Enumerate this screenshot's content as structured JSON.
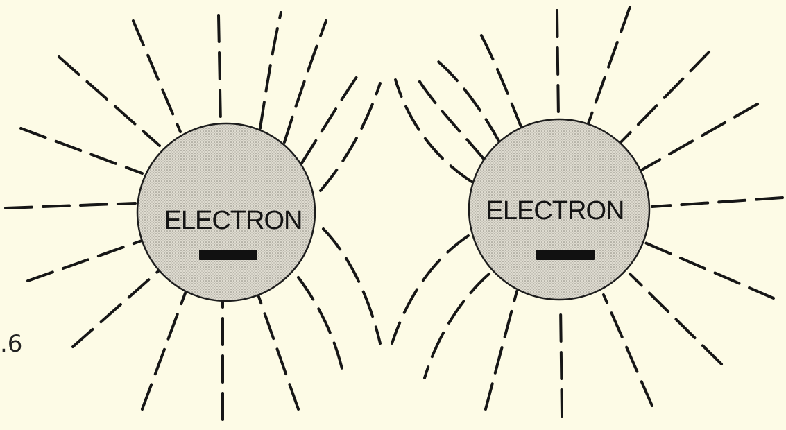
{
  "figure_label": ".6",
  "particles": [
    {
      "label": "ELECTRON",
      "charge": "negative"
    },
    {
      "label": "ELECTRON",
      "charge": "negative"
    }
  ],
  "colors": {
    "background": "#fdfbe6",
    "particle_fill": "#d8d6cc",
    "line": "#161616"
  }
}
